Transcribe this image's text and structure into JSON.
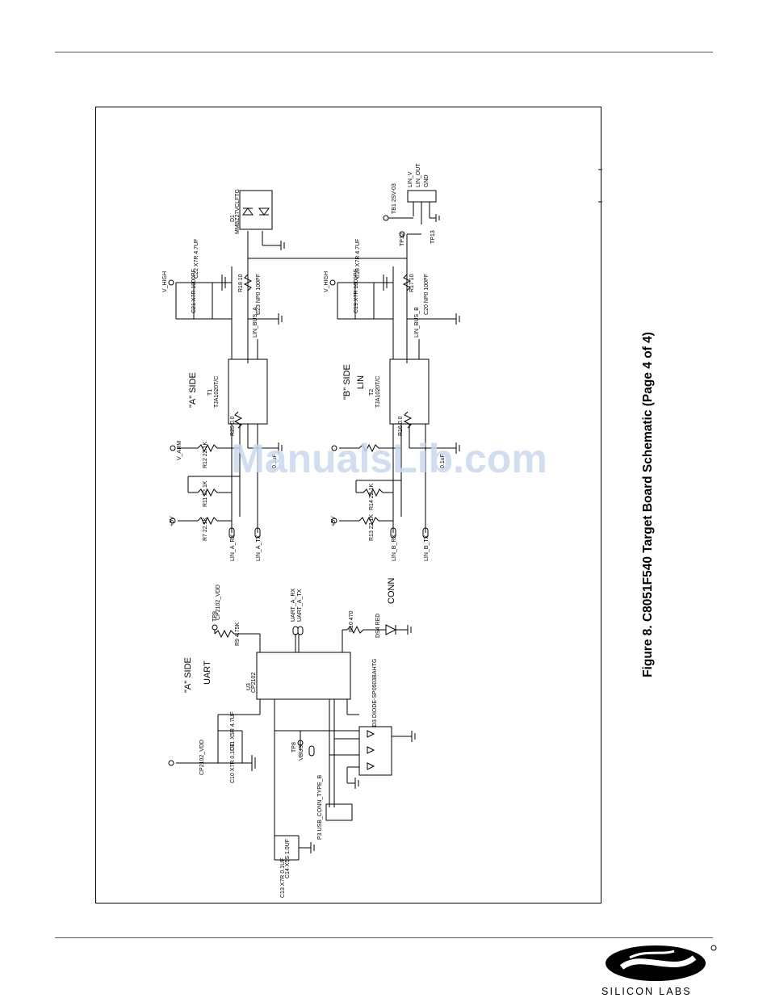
{
  "caption": "Figure 8. C8051F540 Target Board Schematic (Page 4 of 4)",
  "watermark": "ManualsLib.com",
  "brand": "SILICON LABS",
  "labels": {
    "a_side_uart_1": "\"A\" SIDE",
    "a_side_uart_2": "UART",
    "a_side_lin": "\"A\" SIDE",
    "b_side_1": "\"B\" SIDE",
    "b_side_2": "LIN",
    "conn": "CONN",
    "u3": "U3",
    "u3_part": "CP2102",
    "t1": "T1",
    "t1_part": "TJA1020T/C",
    "t2": "T2",
    "t2_part": "TJA1020T/C",
    "d1": "D1",
    "d1_part": "MMBZ27VCLFTG",
    "d3_part": "D3 DIODE-SP0503BAHTG",
    "tb1": "TB1 2SV-03",
    "lin_v": "LIN_V",
    "lin_out": "LIN_OUT",
    "gnd": "GND",
    "p3": "P3 USB_CONN_TYPE_B",
    "tp9": "TP9",
    "tp8": "TP8",
    "tp12": "TP12",
    "tp13": "TP13",
    "ds4": "DS4 RED",
    "r10": "R10 470",
    "r9": "R9 4.75K",
    "cp2102_vdd": "CP2102_VDD",
    "uart_a_rx": "UART_A_RX",
    "uart_a_tx": "UART_A_TX",
    "lin_a_rx": "LIN_A_RX",
    "lin_a_tx": "LIN_A_TX",
    "lin_b_rx": "LIN_B_RX",
    "lin_b_tx": "LIN_B_TX",
    "v_high": "V_HIGH",
    "v_arm": "V_ARM",
    "plus5v": "+5V",
    "c21": "C21 X7R 1000PF",
    "c22": "C22 X7R 4.7UF",
    "c23": "C23 NP0 100PF",
    "c19": "C19 X7R 1000PF",
    "c18": "C18 X7R 4.7UF",
    "c20": "C20 NP0 100PF",
    "c10": "C10 X7R 0.1UF",
    "c11": "C11 X5R 4.7UF",
    "c13": "C13 X7R 0.1UF",
    "c14": "C14 X5S 1.0UF",
    "r18": "R18 10",
    "r17": "R17 10",
    "r25": "R25 0.0",
    "r16": "R16 0.0",
    "r12": "R12 22.1K",
    "r11": "R11 22.1K",
    "r7": "R7 22.1K",
    "r14": "R14 22.1K",
    "r13": "R13 22.1K",
    "c_a": "0.1uF",
    "c_b": "0.1uF",
    "vbus": "VBUS",
    "lin_bus_a": "LIN_BUS_A",
    "lin_bus_b": "LIN_BUS_B"
  },
  "colors": {
    "line": "#000000",
    "watermark": "#c9d8ee"
  }
}
